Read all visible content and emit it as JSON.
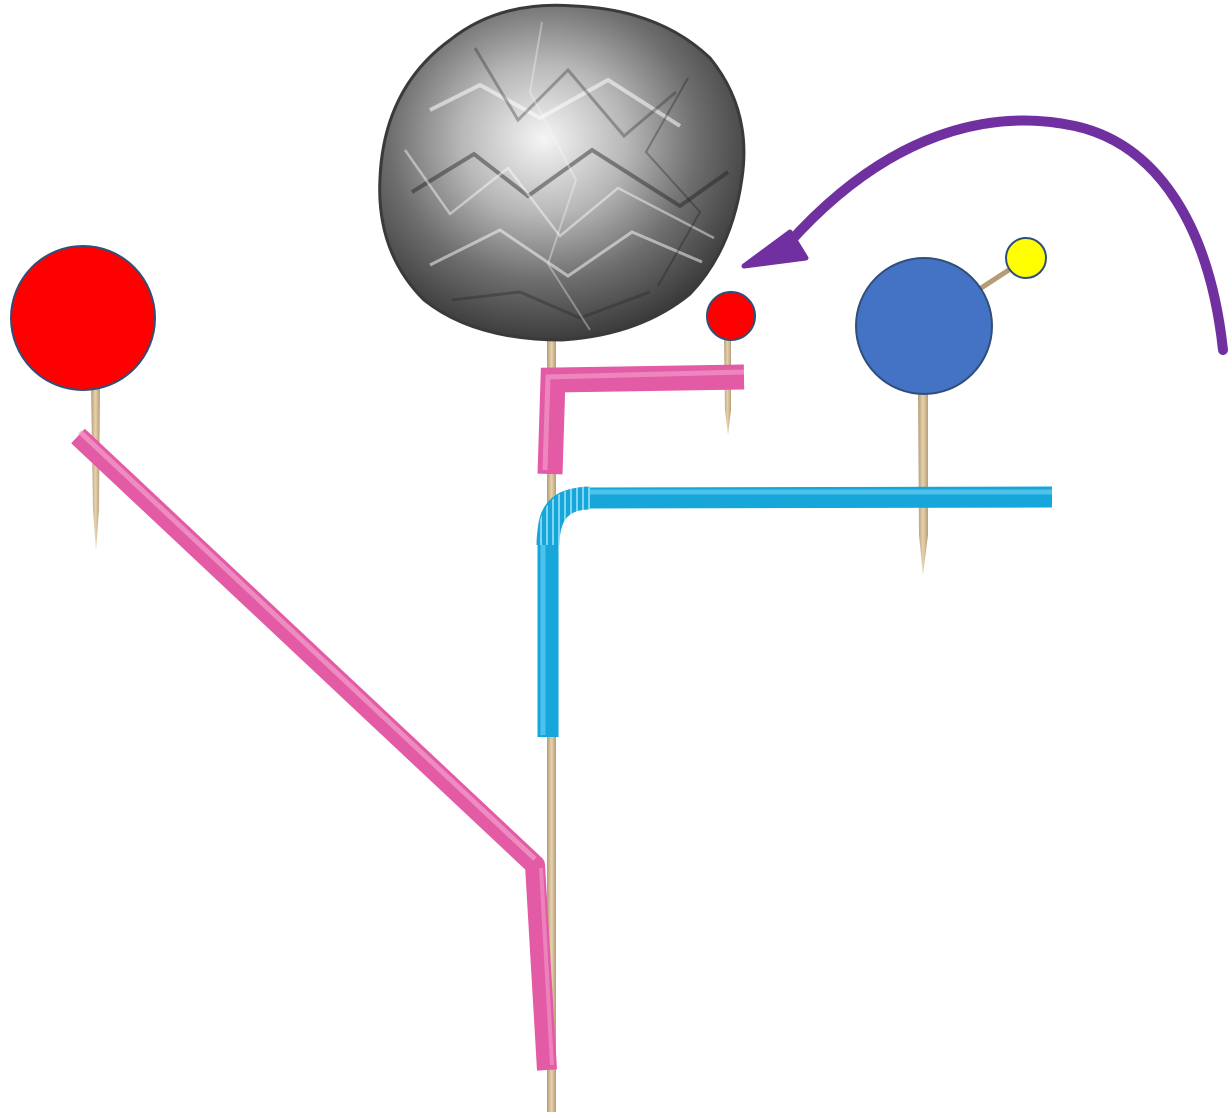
{
  "diagram": {
    "title": "",
    "labels": [],
    "colors": {
      "background": "#ffffff",
      "toothpick": "#d6bf97",
      "toothpick_dark": "#b59c75",
      "pink_straw": "#e35aa5",
      "pink_straw_light": "#f29ccb",
      "blue_straw": "#16a6d9",
      "blue_straw_light": "#5cc9ef",
      "red_ball": "#ff0000",
      "blue_ball": "#4472c4",
      "yellow_ball": "#ffff00",
      "ball_outline": "#2f4f7a",
      "arrow": "#7030a0",
      "foil": "#9a9a9a"
    },
    "parts": [
      {
        "id": "foil-ball",
        "kind": "crumpled aluminum foil ball"
      },
      {
        "id": "large-red-ball",
        "kind": "red ball on toothpick"
      },
      {
        "id": "small-red-ball",
        "kind": "red ball on toothpick"
      },
      {
        "id": "blue-ball",
        "kind": "blue ball on toothpick"
      },
      {
        "id": "yellow-ball",
        "kind": "yellow ball attached to blue ball"
      },
      {
        "id": "pink-straw-diagonal",
        "kind": "bent pink straw"
      },
      {
        "id": "pink-straw-top",
        "kind": "bent pink straw"
      },
      {
        "id": "blue-straw",
        "kind": "bent blue straw"
      },
      {
        "id": "central-stick",
        "kind": "toothpick skewer"
      },
      {
        "id": "curved-arrow",
        "kind": "purple curved arrow pointing left"
      }
    ]
  }
}
